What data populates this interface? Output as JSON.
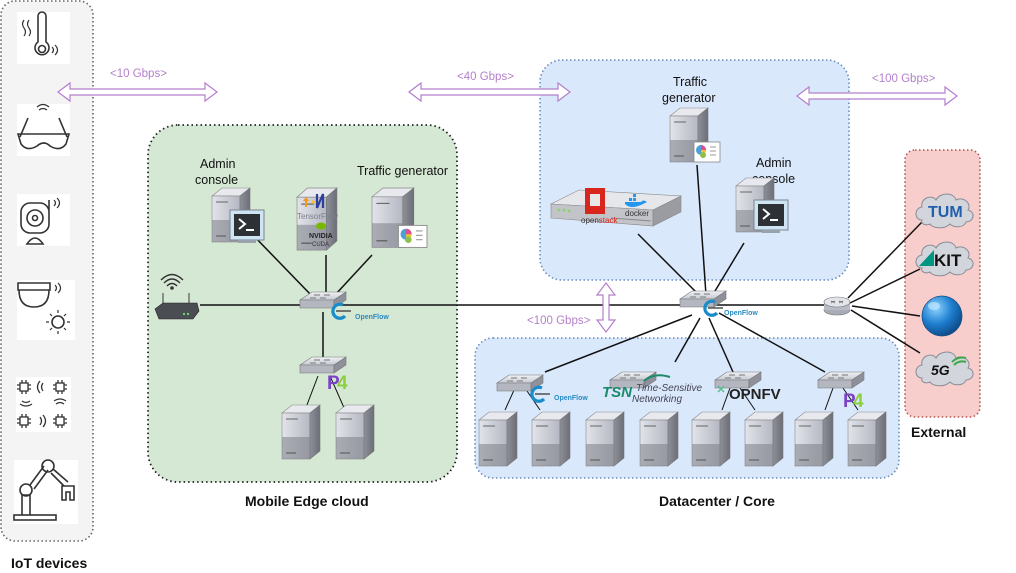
{
  "regions": {
    "iot": {
      "title": "IoT devices",
      "fill": "#f4f4f4",
      "border": "#666666"
    },
    "edge": {
      "title": "Mobile Edge cloud",
      "fill": "#d5e8d4",
      "border": "#222222"
    },
    "core": {
      "title": "Datacenter / Core",
      "fill": "#dae8fc",
      "border": "#6c8ebf"
    },
    "external": {
      "title": "External",
      "fill": "#f8cecc",
      "border": "#b85450"
    }
  },
  "iot_devices": [
    "thermometer-sensor",
    "smart-glasses",
    "ip-camera",
    "security-camera-sun-sensor",
    "wireless-chip-mesh",
    "robot-arm"
  ],
  "links": {
    "iot_edge": "<10 Gbps>",
    "edge_core": "<40 Gbps>",
    "core_external": "<100 Gbps>",
    "core_dc": "<100 Gbps>",
    "arrow_color": "#b47fcc"
  },
  "edge": {
    "admin_console": "Admin console",
    "admin_console_l1": "Admin",
    "admin_console_l2": "console",
    "traffic_generator": "Traffic generator",
    "gpu_server_logos": [
      "TensorFlow",
      "NVIDIA",
      "CUDA"
    ],
    "switch_logo": "OpenFlow",
    "p4_switch_logo": "P4"
  },
  "core_top": {
    "traffic_generator_l1": "Traffic",
    "traffic_generator_l2": "generator",
    "admin_console_l1": "Admin",
    "admin_console_l2": "console",
    "rack_logos": [
      "openstack",
      "docker"
    ],
    "switch_logo": "OpenFlow"
  },
  "datacenter": {
    "switch_logos": [
      "OpenFlow",
      "TSN Time-Sensitive Networking",
      "OPNFV",
      "P4"
    ],
    "tsn_abbrev": "TSN",
    "tsn_l1": "Time-Sensitive",
    "tsn_l2": "Networking",
    "opnfv": "OPNFV"
  },
  "external": {
    "nodes": [
      "TUM",
      "KIT",
      "Internet",
      "5G"
    ]
  }
}
